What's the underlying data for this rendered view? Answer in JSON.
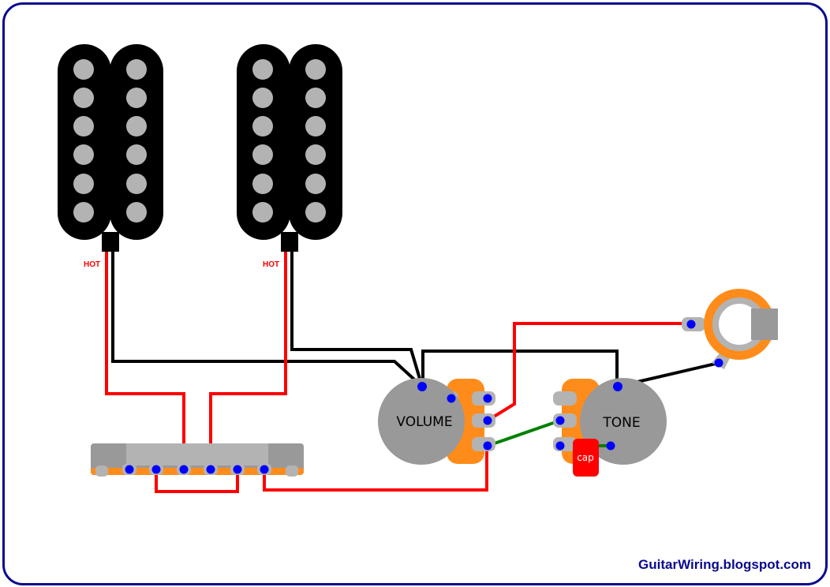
{
  "labels": {
    "neck_hot": "HOT",
    "bridge_hot": "HOT",
    "volume": "VOLUME",
    "tone": "TONE",
    "capacitor": "cap"
  },
  "credit": "GuitarWiring.blogspot.com",
  "colors": {
    "frame": "#0a0a8c",
    "hot_wire": "#ff0000",
    "ground_wire": "#000000",
    "tone_wire": "#008000",
    "pickup_body": "#000000",
    "pole_piece": "#b3b3b3",
    "pot_body": "#999999",
    "pot_lug": "#ff8c1a",
    "solder_point": "#0000ff",
    "capacitor": "#ff0000",
    "jack_ring": "#ff8c1a",
    "switch_body": "#999999"
  }
}
